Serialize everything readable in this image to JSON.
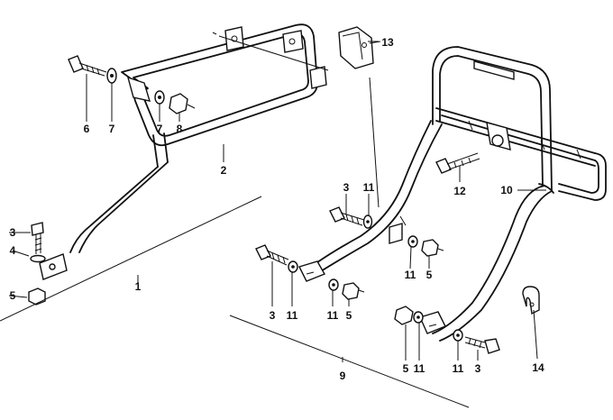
{
  "diagram": {
    "labels": {
      "l1": "1",
      "l2": "2",
      "l3a": "3",
      "l4": "4",
      "l5a": "5",
      "l6": "6",
      "l7a": "7",
      "l7b": "7",
      "l8": "8",
      "l13": "13",
      "l3b": "3",
      "l11a": "11",
      "l12": "12",
      "l10": "10",
      "l11b": "11",
      "l5b": "5",
      "l3c": "3",
      "l11c": "11",
      "l11d": "11",
      "l5c": "5",
      "l9": "9",
      "l5d": "5",
      "l11e": "11",
      "l11f": "11",
      "l3d": "3",
      "l14": "14"
    }
  }
}
